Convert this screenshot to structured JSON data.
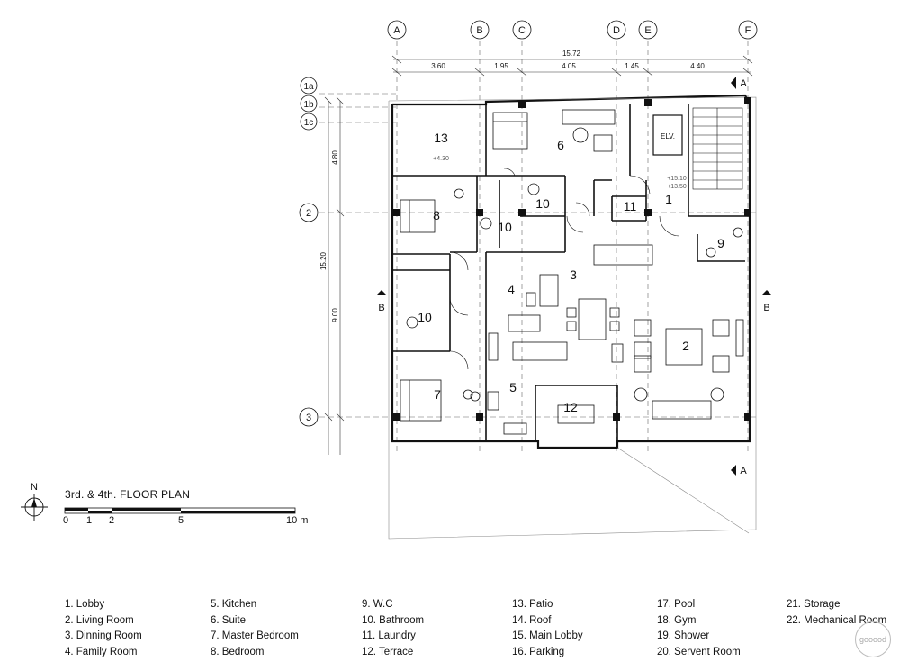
{
  "grid": {
    "columns": [
      "A",
      "B",
      "C",
      "D",
      "E",
      "F"
    ],
    "rows": [
      "1a",
      "1b",
      "1c",
      "2",
      "3"
    ]
  },
  "dimensions": {
    "total_width": "15.72",
    "segments": [
      "3.60",
      "1.95",
      "4.05",
      "1.45",
      "4.40"
    ],
    "total_height": "15.20",
    "vertical_segments": [
      "4.80",
      "9.00"
    ]
  },
  "section_marks": {
    "a": "A",
    "b": "B"
  },
  "room_numbers": [
    "13",
    "6",
    "8",
    "10",
    "10",
    "11",
    "1",
    "9",
    "4",
    "3",
    "10",
    "2",
    "5",
    "7",
    "12"
  ],
  "elevator_label": "ELV.",
  "levels": [
    "+4.30",
    "+15.10",
    "+13.50"
  ],
  "north": "N",
  "title": "3rd. & 4th. FLOOR PLAN",
  "scale_labels": [
    "0",
    "1",
    "2",
    "5",
    "10 m"
  ],
  "legend": [
    [
      "1. Lobby",
      "2. Living Room",
      "3. Dinning Room",
      "4. Family Room"
    ],
    [
      "5. Kitchen",
      "6. Suite",
      "7. Master Bedroom",
      "8. Bedroom"
    ],
    [
      "9. W.C",
      "10. Bathroom",
      "11. Laundry",
      "12. Terrace"
    ],
    [
      "13. Patio",
      "14. Roof",
      "15. Main Lobby",
      "16. Parking"
    ],
    [
      "17. Pool",
      "18. Gym",
      "19. Shower",
      "20. Servent Room"
    ],
    [
      "21. Storage",
      "22. Mechanical Room"
    ]
  ],
  "watermark": "gooood"
}
